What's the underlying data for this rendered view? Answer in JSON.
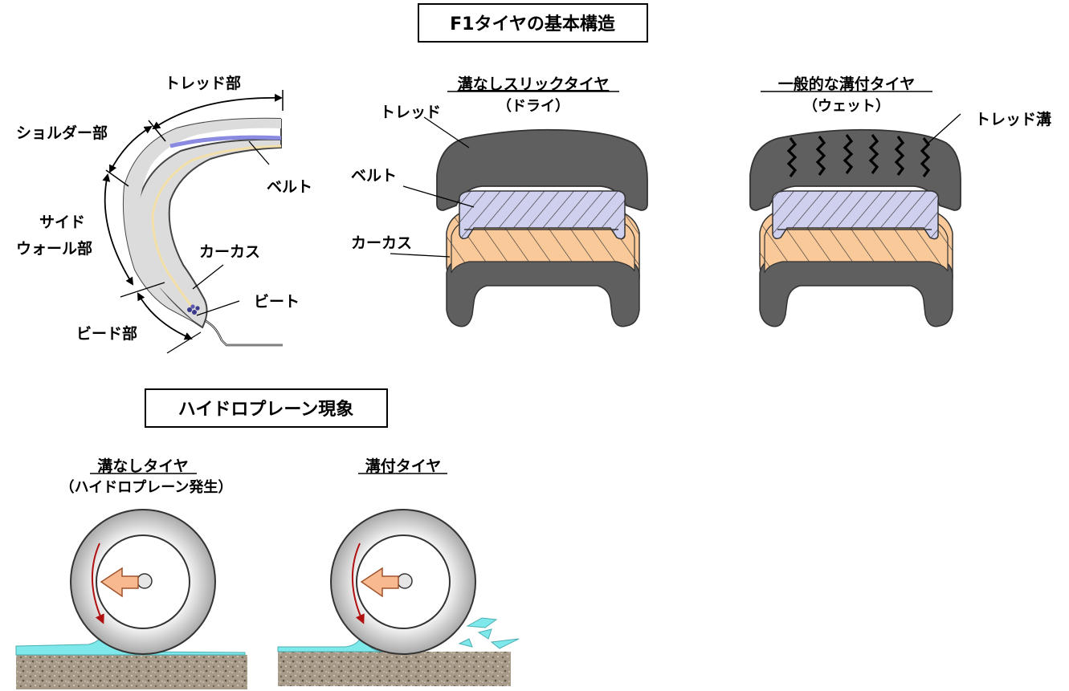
{
  "main_title": "F1タイヤの基本構造",
  "cross_section": {
    "tread_part": "トレッド部",
    "shoulder_part": "ショルダー部",
    "sidewall_line1": "サイド",
    "sidewall_line2": "ウォール部",
    "bead_part": "ビード部",
    "belt": "ベルト",
    "carcass": "カーカス",
    "bead": "ビート"
  },
  "slick": {
    "title": "溝なしスリックタイヤ",
    "condition": "（ドライ）",
    "tread": "トレッド",
    "belt": "ベルト",
    "carcass": "カーカス"
  },
  "grooved": {
    "title": "一般的な溝付タイヤ",
    "condition": "（ウェット）",
    "tread_groove": "トレッド溝"
  },
  "hydro": {
    "title": "ハイドロプレーン現象",
    "no_groove_title": "溝なしタイヤ",
    "no_groove_note": "（ハイドロプレーン発生）",
    "groove_title": "溝付タイヤ"
  },
  "colors": {
    "rubber": "#5f5f5f",
    "belt_fill": "#cfcfee",
    "belt_band": "#8a8ae0",
    "carcass_fill": "#f9c99a",
    "water": "#7ee8ea",
    "ground": "#a79a88",
    "arrow_fill": "#f9b98f",
    "rotation_arrow": "#b01010"
  }
}
